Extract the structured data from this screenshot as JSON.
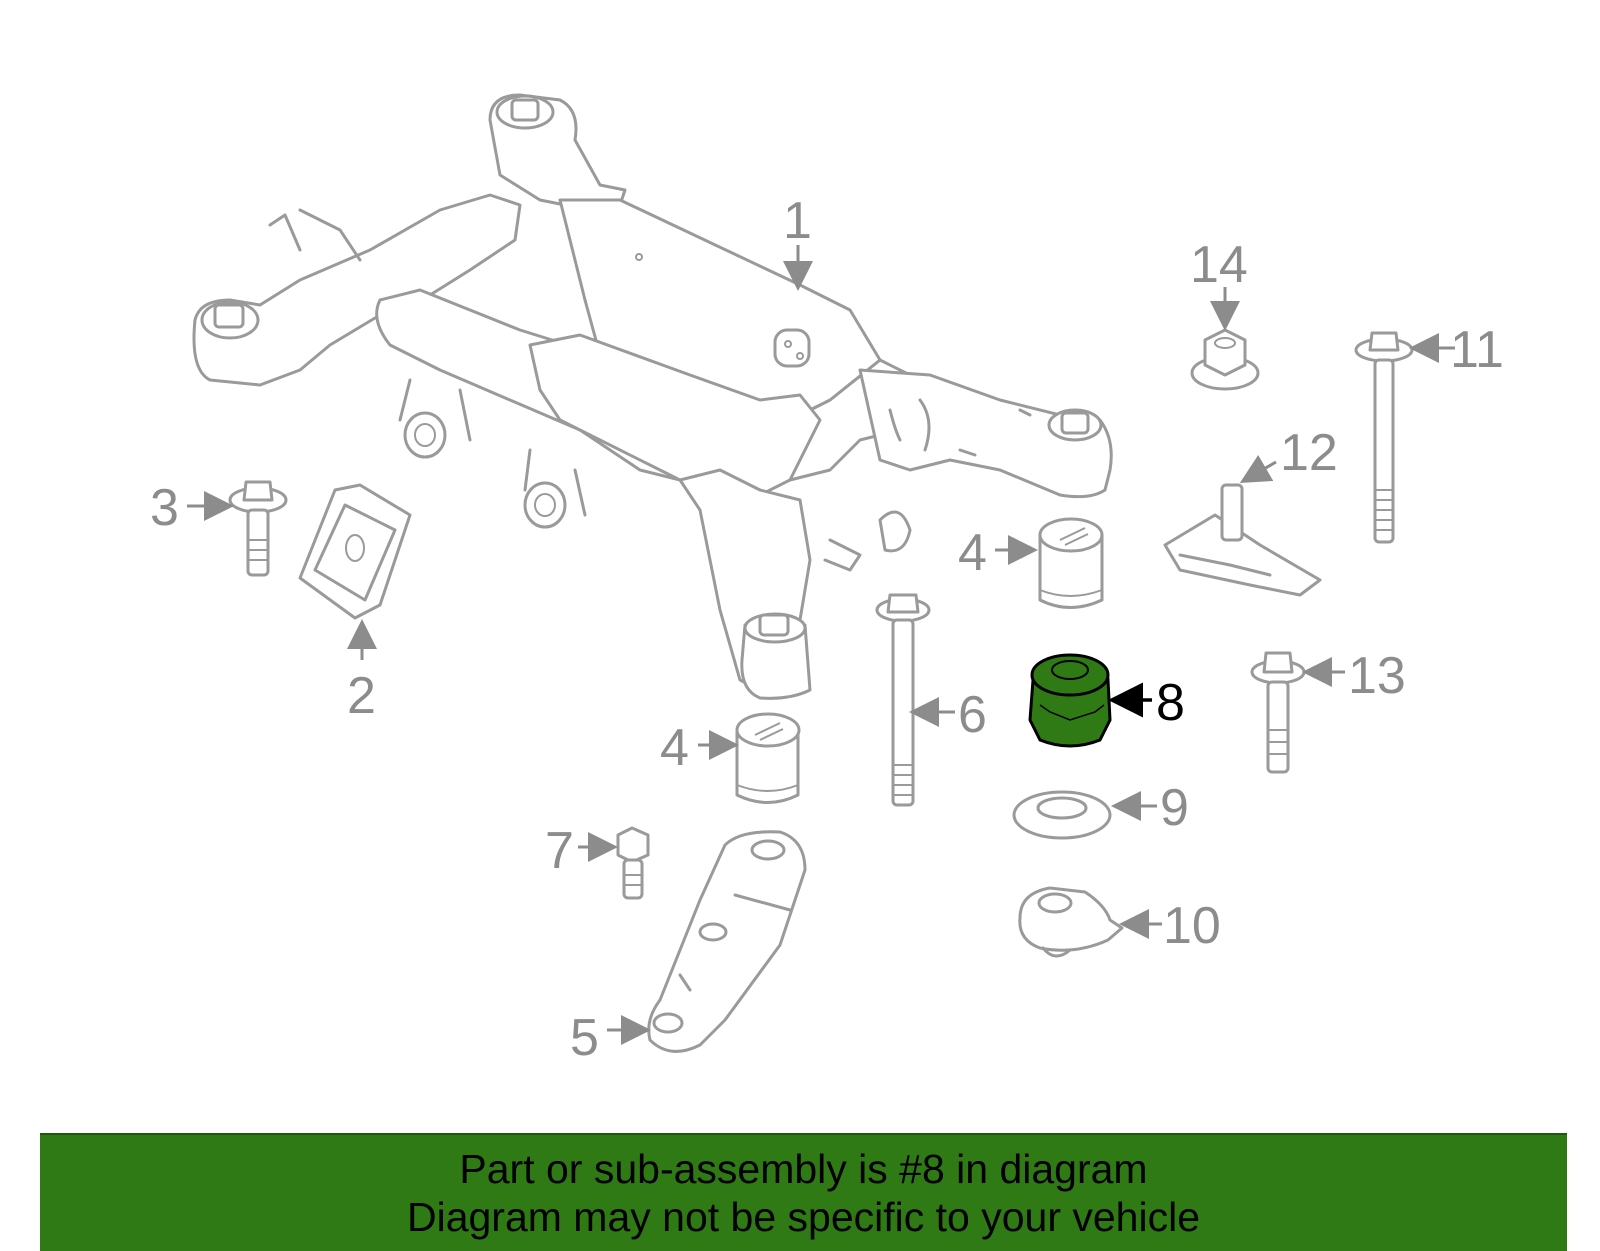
{
  "callouts": {
    "c1": "1",
    "c2": "2",
    "c3": "3",
    "c4a": "4",
    "c4b": "4",
    "c5": "5",
    "c6": "6",
    "c7": "7",
    "c8": "8",
    "c9": "9",
    "c10": "10",
    "c11": "11",
    "c12": "12",
    "c13": "13",
    "c14": "14"
  },
  "highlighted_part": "8",
  "colors": {
    "highlight_fill": "#2f7a14",
    "line_gray": "#9a9a9a",
    "banner_bg": "#2f7a14"
  },
  "banner": {
    "line1": "Part or sub-assembly is #8 in diagram",
    "line2": "Diagram may not be specific to your vehicle"
  }
}
